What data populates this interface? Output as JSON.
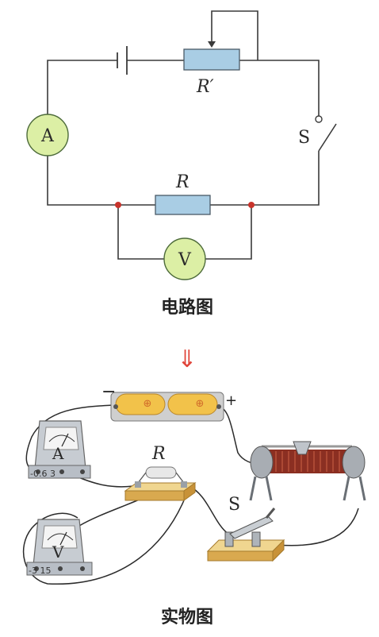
{
  "schematic": {
    "caption": "电路图",
    "ammeter_symbol": "A",
    "voltmeter_symbol": "V",
    "rheostat_label": "R′",
    "resistor_label": "R",
    "switch_label": "S"
  },
  "arrow_symbol": "⇓",
  "physical": {
    "caption": "实物图",
    "battery_minus": "−",
    "battery_plus": "+",
    "battery_cell_mark": "⊕",
    "ammeter_symbol": "A",
    "ammeter_scale": "-0.6 3",
    "voltmeter_symbol": "V",
    "voltmeter_scale": "-3 15",
    "resistor_label": "R",
    "switch_label": "S"
  },
  "colors": {
    "meter_fill": "#dcefa5",
    "resistor_fill": "#a9cde4",
    "junction": "#c8332b",
    "arrow": "#e0453a",
    "battery": "#f2c24a",
    "coil": "#9b3b2b"
  }
}
